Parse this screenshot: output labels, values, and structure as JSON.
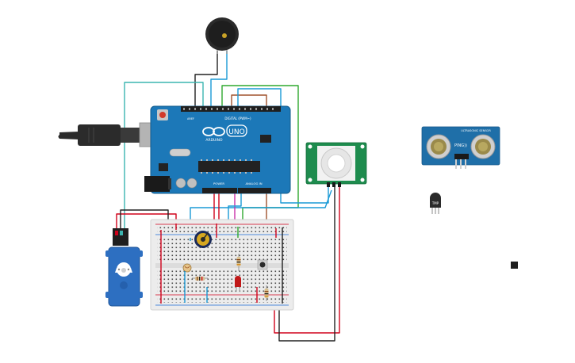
{
  "arduino": {
    "logo_text": "UNO",
    "brand_text": "ARDUINO",
    "digital_label": "DIGITAL (PWM~)",
    "power_label": "POWER",
    "analog_label": "ANALOG IN",
    "aref_label": "AREF",
    "colors": {
      "board": "#1c78b8",
      "header": "#1f1f1f"
    }
  },
  "pir_sensor": {
    "color": "#1e8c4e"
  },
  "ultrasonic_sensor": {
    "top_label": "ULTRASONIC SENSOR",
    "model_label": "PING))",
    "color": "#1f6fa8"
  },
  "temp_sensor": {
    "label": "TMP"
  },
  "wire_colors": {
    "red": "#d0021b",
    "black": "#222222",
    "blue": "#1a9ad6",
    "teal": "#3bb5b0",
    "green": "#2fa82f",
    "brown": "#a0522d",
    "magenta": "#c930a8",
    "dark": "#333333"
  }
}
